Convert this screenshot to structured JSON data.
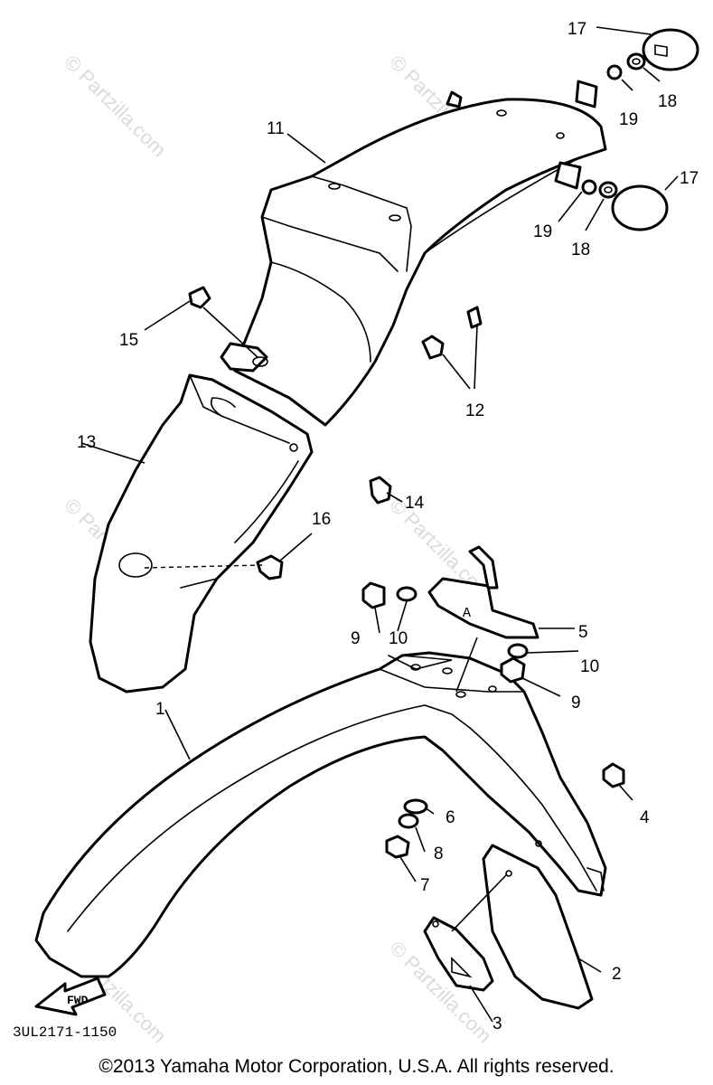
{
  "diagram_code": "3UL2171-1150",
  "fwd_label": "FWD",
  "copyright": "©2013  Yamaha Motor Corporation, U.S.A. All rights reserved.",
  "watermark": "© Partzilla.com",
  "callouts": {
    "c1": "1",
    "c2": "2",
    "c3": "3",
    "c4": "4",
    "c5": "5",
    "c6": "6",
    "c7": "7",
    "c8": "8",
    "c9a": "9",
    "c9b": "9",
    "c10a": "10",
    "c10b": "10",
    "c11": "11",
    "c12": "12",
    "c13": "13",
    "c14": "14",
    "c15": "15",
    "c16": "16",
    "c17a": "17",
    "c17b": "17",
    "c18a": "18",
    "c18b": "18",
    "c19a": "19",
    "c19b": "19"
  },
  "mark_a": "A"
}
